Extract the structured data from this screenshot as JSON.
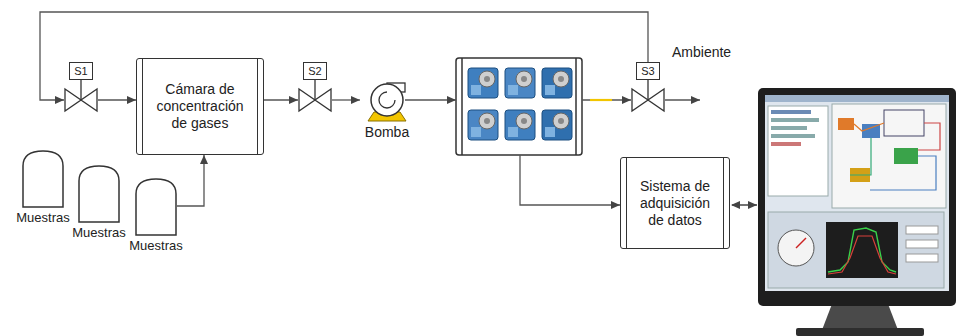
{
  "diagram": {
    "nodes": [
      {
        "text": [
          "S1"
        ]
      },
      {
        "text": [
          "Cámara de concentración de gases"
        ]
      },
      {
        "text": [
          "S2"
        ]
      },
      {
        "text": [
          "Bomba"
        ]
      },
      {
        "text": [
          "S3"
        ]
      },
      {
        "text": [
          "Muestras"
        ]
      },
      {
        "text": [
          "Muestras"
        ]
      },
      {
        "text": [
          "Muestras"
        ]
      },
      {
        "text": [
          "Sistema de adquisición de datos"
        ]
      }
    ],
    "edges": [
      {
        "from": 4,
        "to": 0,
        "arrow": "to"
      },
      {
        "from": 0,
        "to": 1,
        "arrow": "to"
      },
      {
        "from": 1,
        "to": 2,
        "arrow": "to"
      },
      {
        "from": 2,
        "to": 3,
        "arrow": "to"
      },
      {
        "from": 7,
        "to": 1,
        "arrow": "to"
      }
    ],
    "labels": [
      "Ambiente"
    ]
  }
}
